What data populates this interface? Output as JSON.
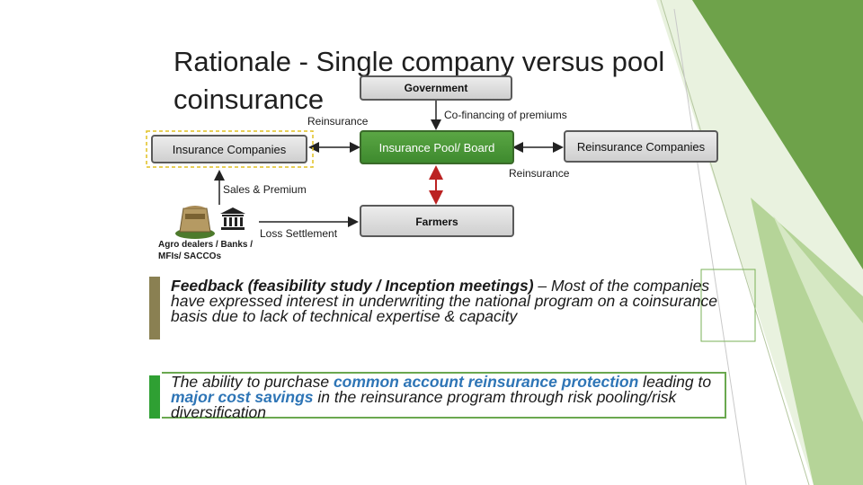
{
  "slide": {
    "title": "Rationale - Single company versus pool coinsurance",
    "colors": {
      "accent_green": "#6aa84f",
      "pool_green": "#4a9a3a",
      "highlight_blue": "#2e75b6",
      "bar_olive": "#8a8052",
      "bar_green": "#2fa033"
    }
  },
  "diagram": {
    "government": "Government",
    "cofinancing": "Co-financing of premiums",
    "reinsurance_left": "Reinsurance",
    "insurance_companies": "Insurance Companies",
    "insurance_pool": "Insurance Pool/ Board",
    "reinsurance_companies": "Reinsurance Companies",
    "reinsurance_right": "Reinsurance",
    "sales_premium": "Sales & Premium",
    "farmers": "Farmers",
    "loss_settlement": "Loss Settlement",
    "agro_dealers": "Agro dealers / Banks / MFIs/ SACCOs",
    "icons": [
      "seed-sack-icon",
      "bank-icon"
    ]
  },
  "points": [
    {
      "bold": "Feedback (feasibility study / Inception meetings)",
      "text": " – Most of the companies have expressed interest in underwriting the national program on a coinsurance basis due to lack of technical expertise & capacity"
    },
    {
      "pre": "The ability to purchase ",
      "hl1": "common account reinsurance protection",
      "mid": " leading to ",
      "hl2": "major cost savings",
      "post": " in the reinsurance program through risk pooling/risk diversification"
    }
  ]
}
